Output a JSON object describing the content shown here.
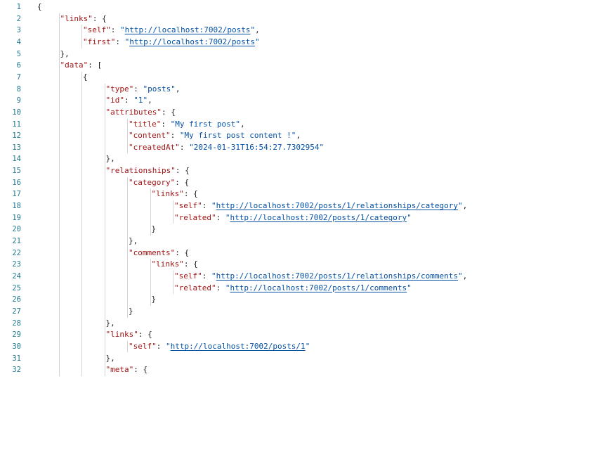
{
  "editor": {
    "lines": [
      {
        "n": "1",
        "indent": 0,
        "parts": [
          {
            "t": "{",
            "c": "punc"
          }
        ]
      },
      {
        "n": "2",
        "indent": 1,
        "parts": [
          {
            "t": "\"links\"",
            "c": "key"
          },
          {
            "t": ": {",
            "c": "punc"
          }
        ]
      },
      {
        "n": "3",
        "indent": 2,
        "parts": [
          {
            "t": "\"self\"",
            "c": "key"
          },
          {
            "t": ": ",
            "c": "punc"
          },
          {
            "t": "\"",
            "c": "str"
          },
          {
            "t": "http://localhost:7002/posts",
            "c": "url"
          },
          {
            "t": "\"",
            "c": "str"
          },
          {
            "t": ",",
            "c": "punc"
          }
        ]
      },
      {
        "n": "4",
        "indent": 2,
        "parts": [
          {
            "t": "\"first\"",
            "c": "key"
          },
          {
            "t": ": ",
            "c": "punc"
          },
          {
            "t": "\"",
            "c": "str"
          },
          {
            "t": "http://localhost:7002/posts",
            "c": "url"
          },
          {
            "t": "\"",
            "c": "str"
          }
        ]
      },
      {
        "n": "5",
        "indent": 1,
        "parts": [
          {
            "t": "},",
            "c": "punc"
          }
        ]
      },
      {
        "n": "6",
        "indent": 1,
        "parts": [
          {
            "t": "\"data\"",
            "c": "key"
          },
          {
            "t": ": [",
            "c": "punc"
          }
        ]
      },
      {
        "n": "7",
        "indent": 2,
        "parts": [
          {
            "t": "{",
            "c": "punc"
          }
        ]
      },
      {
        "n": "8",
        "indent": 3,
        "parts": [
          {
            "t": "\"type\"",
            "c": "key"
          },
          {
            "t": ": ",
            "c": "punc"
          },
          {
            "t": "\"posts\"",
            "c": "str"
          },
          {
            "t": ",",
            "c": "punc"
          }
        ]
      },
      {
        "n": "9",
        "indent": 3,
        "parts": [
          {
            "t": "\"id\"",
            "c": "key"
          },
          {
            "t": ": ",
            "c": "punc"
          },
          {
            "t": "\"1\"",
            "c": "str"
          },
          {
            "t": ",",
            "c": "punc"
          }
        ]
      },
      {
        "n": "10",
        "indent": 3,
        "parts": [
          {
            "t": "\"attributes\"",
            "c": "key"
          },
          {
            "t": ": {",
            "c": "punc"
          }
        ]
      },
      {
        "n": "11",
        "indent": 4,
        "parts": [
          {
            "t": "\"title\"",
            "c": "key"
          },
          {
            "t": ": ",
            "c": "punc"
          },
          {
            "t": "\"My first post\"",
            "c": "str"
          },
          {
            "t": ",",
            "c": "punc"
          }
        ]
      },
      {
        "n": "12",
        "indent": 4,
        "parts": [
          {
            "t": "\"content\"",
            "c": "key"
          },
          {
            "t": ": ",
            "c": "punc"
          },
          {
            "t": "\"My first post content !\"",
            "c": "str"
          },
          {
            "t": ",",
            "c": "punc"
          }
        ]
      },
      {
        "n": "13",
        "indent": 4,
        "parts": [
          {
            "t": "\"createdAt\"",
            "c": "key"
          },
          {
            "t": ": ",
            "c": "punc"
          },
          {
            "t": "\"2024-01-31T16:54:27.7302954\"",
            "c": "str"
          }
        ]
      },
      {
        "n": "14",
        "indent": 3,
        "parts": [
          {
            "t": "},",
            "c": "punc"
          }
        ]
      },
      {
        "n": "15",
        "indent": 3,
        "parts": [
          {
            "t": "\"relationships\"",
            "c": "key"
          },
          {
            "t": ": {",
            "c": "punc"
          }
        ]
      },
      {
        "n": "16",
        "indent": 4,
        "parts": [
          {
            "t": "\"category\"",
            "c": "key"
          },
          {
            "t": ": {",
            "c": "punc"
          }
        ]
      },
      {
        "n": "17",
        "indent": 5,
        "parts": [
          {
            "t": "\"links\"",
            "c": "key"
          },
          {
            "t": ": {",
            "c": "punc"
          }
        ]
      },
      {
        "n": "18",
        "indent": 6,
        "parts": [
          {
            "t": "\"self\"",
            "c": "key"
          },
          {
            "t": ": ",
            "c": "punc"
          },
          {
            "t": "\"",
            "c": "str"
          },
          {
            "t": "http://localhost:7002/posts/1/relationships/category",
            "c": "url"
          },
          {
            "t": "\"",
            "c": "str"
          },
          {
            "t": ",",
            "c": "punc"
          }
        ]
      },
      {
        "n": "19",
        "indent": 6,
        "parts": [
          {
            "t": "\"related\"",
            "c": "key"
          },
          {
            "t": ": ",
            "c": "punc"
          },
          {
            "t": "\"",
            "c": "str"
          },
          {
            "t": "http://localhost:7002/posts/1/category",
            "c": "url"
          },
          {
            "t": "\"",
            "c": "str"
          }
        ]
      },
      {
        "n": "20",
        "indent": 5,
        "parts": [
          {
            "t": "}",
            "c": "punc"
          }
        ]
      },
      {
        "n": "21",
        "indent": 4,
        "parts": [
          {
            "t": "},",
            "c": "punc"
          }
        ]
      },
      {
        "n": "22",
        "indent": 4,
        "parts": [
          {
            "t": "\"comments\"",
            "c": "key"
          },
          {
            "t": ": {",
            "c": "punc"
          }
        ]
      },
      {
        "n": "23",
        "indent": 5,
        "parts": [
          {
            "t": "\"links\"",
            "c": "key"
          },
          {
            "t": ": {",
            "c": "punc"
          }
        ]
      },
      {
        "n": "24",
        "indent": 6,
        "parts": [
          {
            "t": "\"self\"",
            "c": "key"
          },
          {
            "t": ": ",
            "c": "punc"
          },
          {
            "t": "\"",
            "c": "str"
          },
          {
            "t": "http://localhost:7002/posts/1/relationships/comments",
            "c": "url"
          },
          {
            "t": "\"",
            "c": "str"
          },
          {
            "t": ",",
            "c": "punc"
          }
        ]
      },
      {
        "n": "25",
        "indent": 6,
        "parts": [
          {
            "t": "\"related\"",
            "c": "key"
          },
          {
            "t": ": ",
            "c": "punc"
          },
          {
            "t": "\"",
            "c": "str"
          },
          {
            "t": "http://localhost:7002/posts/1/comments",
            "c": "url"
          },
          {
            "t": "\"",
            "c": "str"
          }
        ]
      },
      {
        "n": "26",
        "indent": 5,
        "parts": [
          {
            "t": "}",
            "c": "punc"
          }
        ]
      },
      {
        "n": "27",
        "indent": 4,
        "parts": [
          {
            "t": "}",
            "c": "punc"
          }
        ]
      },
      {
        "n": "28",
        "indent": 3,
        "parts": [
          {
            "t": "},",
            "c": "punc"
          }
        ]
      },
      {
        "n": "29",
        "indent": 3,
        "parts": [
          {
            "t": "\"links\"",
            "c": "key"
          },
          {
            "t": ": {",
            "c": "punc"
          }
        ]
      },
      {
        "n": "30",
        "indent": 4,
        "parts": [
          {
            "t": "\"self\"",
            "c": "key"
          },
          {
            "t": ": ",
            "c": "punc"
          },
          {
            "t": "\"",
            "c": "str"
          },
          {
            "t": "http://localhost:7002/posts/1",
            "c": "url"
          },
          {
            "t": "\"",
            "c": "str"
          }
        ]
      },
      {
        "n": "31",
        "indent": 3,
        "parts": [
          {
            "t": "},",
            "c": "punc"
          }
        ]
      },
      {
        "n": "32",
        "indent": 3,
        "parts": [
          {
            "t": "\"meta\"",
            "c": "key"
          },
          {
            "t": ": {",
            "c": "punc"
          }
        ]
      }
    ]
  },
  "colors": {
    "key": "#a31515",
    "string": "#0451a5",
    "line_number": "#237893",
    "guide": "#d4d4d4",
    "background": "#ffffff"
  }
}
